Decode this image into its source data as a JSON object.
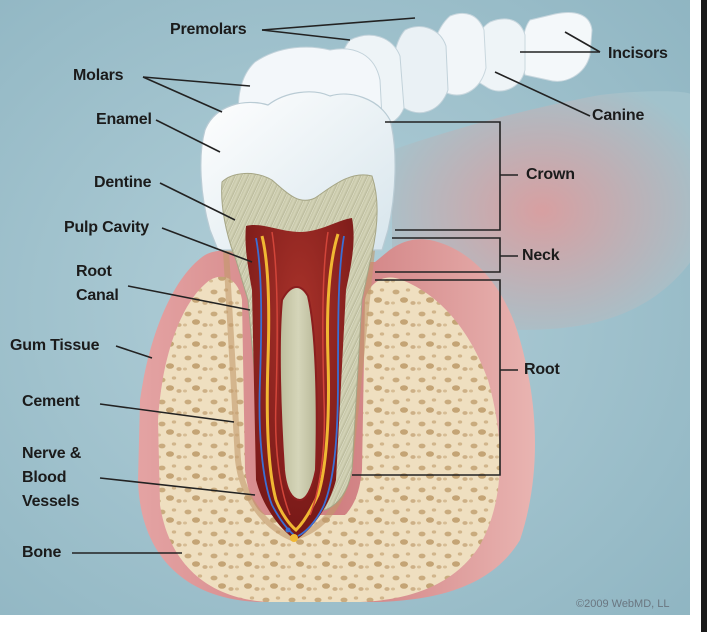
{
  "labels": {
    "premolars": "Premolars",
    "molars": "Molars",
    "incisors": "Incisors",
    "enamel": "Enamel",
    "canine": "Canine",
    "dentine": "Dentine",
    "crown": "Crown",
    "pulp_cavity": "Pulp Cavity",
    "neck": "Neck",
    "root_canal": "Root\nCanal",
    "gum_tissue": "Gum Tissue",
    "root": "Root",
    "cement": "Cement",
    "nerve_blood_vessels": "Nerve &\nBlood\nVessels",
    "bone": "Bone"
  },
  "copyright": "©2009 WebMD, LL",
  "colors": {
    "background": "#9fc1cc",
    "gum": "#d98a8a",
    "bone": "#eedcbc",
    "enamel": "#f1f6f8",
    "dentine": "#c8c7a8",
    "pulp": "#8a1c1c",
    "nerve": "#e8b23a",
    "vessel": "#3a6fd0",
    "leader_line": "#222222"
  }
}
